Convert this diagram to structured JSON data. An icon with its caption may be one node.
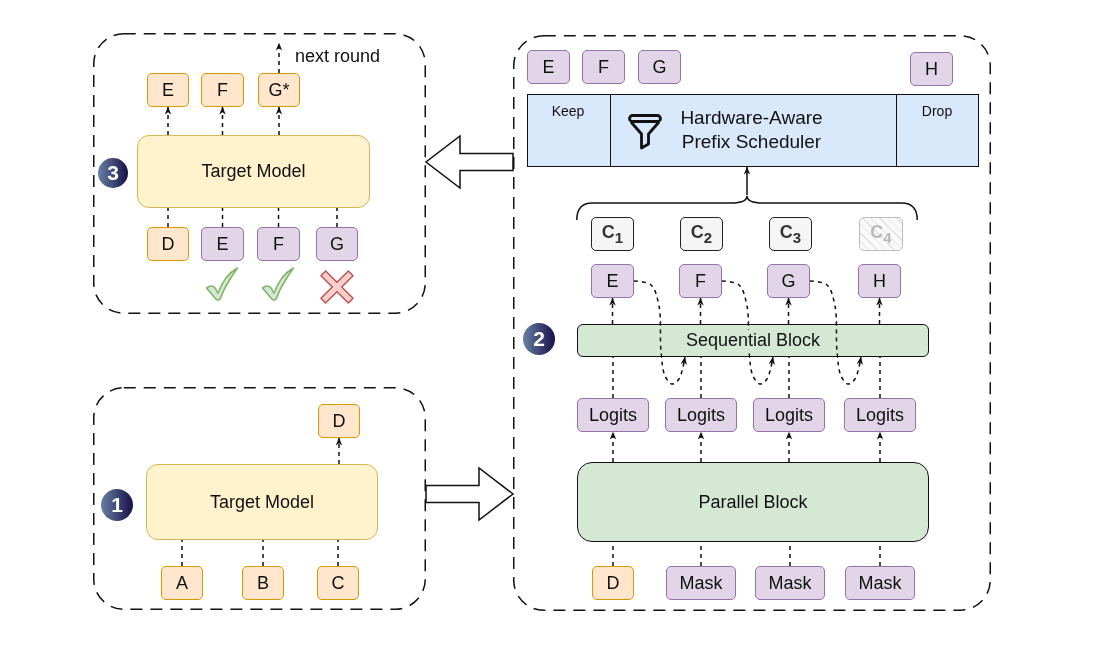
{
  "diagram": {
    "nodes": [
      {
        "text": [],
        "shape": "box"
      },
      {
        "text": [
          "E"
        ],
        "in": 0
      },
      {
        "text": [
          "F"
        ],
        "in": 0
      },
      {
        "text": [
          "G*"
        ],
        "in": 0
      },
      {
        "text": [
          "3"
        ],
        "in": 0
      },
      {
        "text": [
          "Target Model"
        ],
        "in": 0
      },
      {
        "text": [
          "D"
        ],
        "in": 0
      },
      {
        "text": [
          "E"
        ],
        "in": 0
      },
      {
        "text": [
          "F"
        ],
        "in": 0
      },
      {
        "text": [
          "G"
        ],
        "in": 0
      },
      {
        "text": [],
        "shape": "box"
      },
      {
        "text": [
          "E"
        ],
        "in": 10
      },
      {
        "text": [
          "F"
        ],
        "in": 10
      },
      {
        "text": [
          "G"
        ],
        "in": 10
      },
      {
        "text": [
          "H"
        ],
        "in": 10
      },
      {
        "text": [
          "Keep",
          "Hardware-Aware Prefix Scheduler",
          "Drop"
        ],
        "in": 10
      },
      {
        "text": [
          "C$_{1}$"
        ],
        "in": 10
      },
      {
        "text": [
          "C$_{2}$"
        ],
        "in": 10
      },
      {
        "text": [
          "C$_{3}$"
        ],
        "in": 10
      },
      {
        "text": [
          "C$_{4}$"
        ],
        "in": 10
      },
      {
        "text": [
          "E"
        ],
        "in": 10
      },
      {
        "text": [
          "F"
        ],
        "in": 10
      },
      {
        "text": [
          "G"
        ],
        "in": 10
      },
      {
        "text": [
          "H"
        ],
        "in": 10
      },
      {
        "text": [
          "2"
        ],
        "in": 10
      },
      {
        "text": [
          "Sequential Block"
        ],
        "in": 10
      },
      {
        "text": [
          "Logits"
        ],
        "in": 10
      },
      {
        "text": [
          "Logits"
        ],
        "in": 10
      },
      {
        "text": [
          "Logits"
        ],
        "in": 10
      },
      {
        "text": [
          "Logits"
        ],
        "in": 10
      },
      {
        "text": [
          "Parallel Block"
        ],
        "in": 10
      },
      {
        "text": [
          "D"
        ],
        "in": 10
      },
      {
        "text": [
          "Mask"
        ],
        "in": 10
      },
      {
        "text": [
          "Mask"
        ],
        "in": 10
      },
      {
        "text": [
          "Mask"
        ],
        "in": 10
      },
      {
        "text": [],
        "shape": "box"
      },
      {
        "text": [
          "D"
        ],
        "in": 35
      },
      {
        "text": [
          "1"
        ],
        "in": 35
      },
      {
        "text": [
          "Target Model"
        ],
        "in": 35
      },
      {
        "text": [
          "A"
        ],
        "in": 35
      },
      {
        "text": [
          "B"
        ],
        "in": 35
      },
      {
        "text": [
          "C"
        ],
        "in": 35
      },
      {
        "text": [],
        "shape": "brace",
        "in": 10
      }
    ],
    "edges": [
      {
        "from": 5,
        "to": 1,
        "arrow": "to",
        "style": "dashed"
      },
      {
        "from": 5,
        "to": 2,
        "arrow": "to",
        "style": "dashed"
      },
      {
        "from": 5,
        "to": 3,
        "arrow": "to",
        "style": "dashed"
      },
      {
        "from": 3,
        "to": null,
        "arrow": "to",
        "style": "dashed",
        "label": "next round"
      },
      {
        "from": 6,
        "to": 5,
        "arrow": "none",
        "style": "dashed"
      },
      {
        "from": 7,
        "to": 5,
        "arrow": "none",
        "style": "dashed"
      },
      {
        "from": 8,
        "to": 5,
        "arrow": "none",
        "style": "dashed"
      },
      {
        "from": 9,
        "to": 5,
        "arrow": "none",
        "style": "dashed"
      },
      {
        "from": 10,
        "to": 0,
        "arrow": "to",
        "style": "thick"
      },
      {
        "from": 42,
        "to": 15,
        "arrow": "to"
      },
      {
        "from": 25,
        "to": 20,
        "arrow": "to",
        "style": "dashed"
      },
      {
        "from": 25,
        "to": 21,
        "arrow": "to",
        "style": "dashed"
      },
      {
        "from": 25,
        "to": 22,
        "arrow": "to",
        "style": "dashed"
      },
      {
        "from": 25,
        "to": 23,
        "arrow": "to",
        "style": "dashed"
      },
      {
        "from": 20,
        "to": 25,
        "arrow": "to",
        "style": "dashed"
      },
      {
        "from": 21,
        "to": 25,
        "arrow": "to",
        "style": "dashed"
      },
      {
        "from": 22,
        "to": 25,
        "arrow": "to",
        "style": "dashed"
      },
      {
        "from": 26,
        "to": 25,
        "arrow": "none",
        "style": "dashed"
      },
      {
        "from": 27,
        "to": 25,
        "arrow": "none",
        "style": "dashed"
      },
      {
        "from": 28,
        "to": 25,
        "arrow": "none",
        "style": "dashed"
      },
      {
        "from": 29,
        "to": 25,
        "arrow": "none",
        "style": "dashed"
      },
      {
        "from": 30,
        "to": 26,
        "arrow": "to",
        "style": "dashed"
      },
      {
        "from": 30,
        "to": 27,
        "arrow": "to",
        "style": "dashed"
      },
      {
        "from": 30,
        "to": 28,
        "arrow": "to",
        "style": "dashed"
      },
      {
        "from": 30,
        "to": 29,
        "arrow": "to",
        "style": "dashed"
      },
      {
        "from": 31,
        "to": 30,
        "arrow": "none",
        "style": "dashed"
      },
      {
        "from": 32,
        "to": 30,
        "arrow": "none",
        "style": "dashed"
      },
      {
        "from": 33,
        "to": 30,
        "arrow": "none",
        "style": "dashed"
      },
      {
        "from": 34,
        "to": 30,
        "arrow": "none",
        "style": "dashed"
      },
      {
        "from": 35,
        "to": 10,
        "arrow": "to",
        "style": "thick"
      },
      {
        "from": 38,
        "to": 36,
        "arrow": "to",
        "style": "dashed"
      },
      {
        "from": 39,
        "to": 38,
        "arrow": "none",
        "style": "dashed"
      },
      {
        "from": 40,
        "to": 38,
        "arrow": "none",
        "style": "dashed"
      },
      {
        "from": 41,
        "to": 38,
        "arrow": "none",
        "style": "dashed"
      }
    ]
  }
}
